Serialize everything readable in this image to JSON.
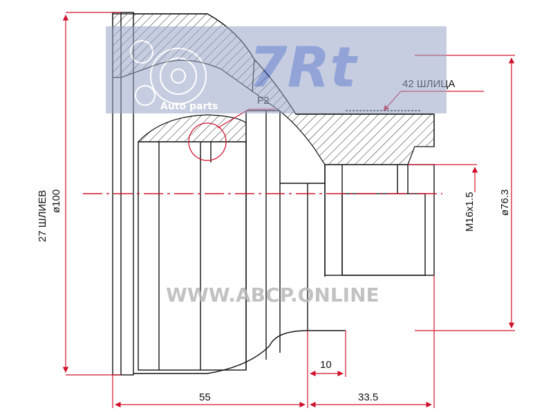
{
  "drawing": {
    "splines_outer": "27 ШЛИЕВ",
    "diameter_outer": "ø100",
    "splines_inner": "42 ШЛИЦА",
    "thread": "M16x1.5",
    "diameter_inner": "ø76.3",
    "detail_callout": "F2",
    "length_body": "55",
    "length_stub": "33.5",
    "length_small": "10"
  },
  "watermarks": {
    "brand": "7Rt",
    "brand_sub": "Auto parts",
    "site": "WWW.ABCP.ONLINE"
  },
  "colors": {
    "dimension_line": "#d0102a",
    "outline": "#111111",
    "hatch": "#222222",
    "watermark_box": "#9aa6c8",
    "watermark_logo": "#3a5bb8"
  }
}
